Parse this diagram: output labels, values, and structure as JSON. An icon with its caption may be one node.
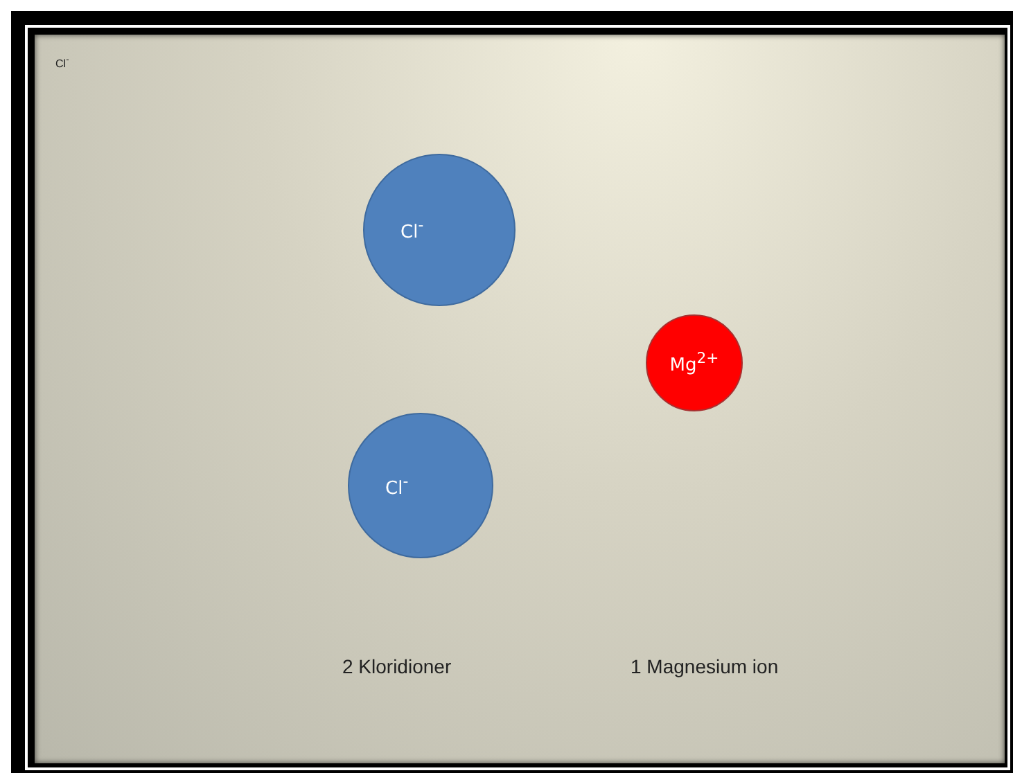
{
  "diagram": {
    "nodes": [
      {
        "text": [
          "Cl$^{-}$"
        ]
      },
      {
        "text": [
          "Mg$^{2+}$"
        ]
      },
      {
        "text": [
          "Cl$^{-}$"
        ]
      }
    ],
    "labels": [
      "Cl$^{-}$",
      "2 Kloridioner",
      "1 Magnesium ion"
    ]
  }
}
